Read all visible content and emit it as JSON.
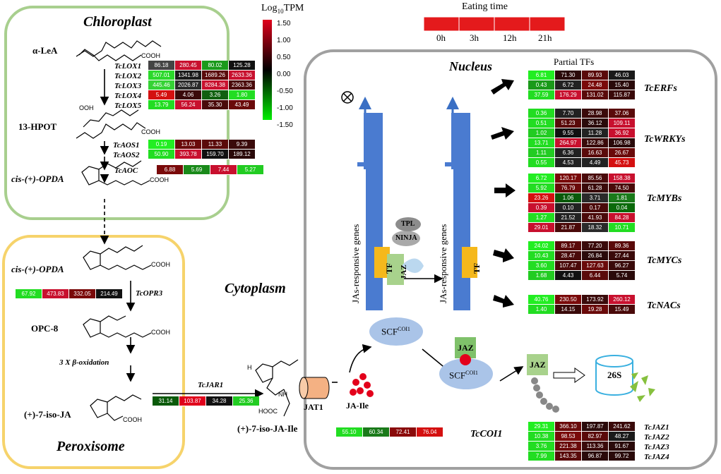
{
  "colors": {
    "high": "#e0001b",
    "mid": "#000000",
    "low": "#00ee00",
    "chloroplast_border": "#a8cf8e",
    "peroxisome_border": "#f6d36b",
    "nucleus_border": "#a0a0a0",
    "eating_time": "#e41a1c"
  },
  "legend": {
    "title_pre": "Log",
    "title_sub": "10",
    "title_post": "TPM",
    "ticks": [
      "1.50",
      "1.00",
      "0.50",
      "0.00",
      "-0.50",
      "-1.00",
      "-1.50"
    ]
  },
  "eating_time": {
    "title": "Eating time",
    "labels": [
      "0h",
      "3h",
      "12h",
      "21h"
    ]
  },
  "compartments": {
    "chloroplast": "Chloroplast",
    "peroxisome": "Peroxisome",
    "cytoplasm": "Cytoplasm",
    "nucleus": "Nucleus"
  },
  "compounds": {
    "alpha_lea": "α-LeA",
    "hpot": "13-HPOT",
    "opda1": "cis-(+)-OPDA",
    "opda2": "cis-(+)-OPDA",
    "opc8": "OPC-8",
    "beta_ox": "3 X β-oxidation",
    "ja": "(+)-7-iso-JA",
    "jaile": "(+)-7-iso-JA-Ile",
    "jaile_small": "JA-Ile",
    "jat1": "JAT1",
    "cooh1": "COOH",
    "cooh2": "COOH",
    "cooh3": "COOH",
    "cooh4": "COOH",
    "cooh5": "COOH",
    "cooh6": "COOH",
    "hooc": "HOOC",
    "oh": "OOH",
    "nh": "NH",
    "h": "H"
  },
  "heatmaps": {
    "lox": {
      "genes": [
        "TcLOX1",
        "TcLOX2",
        "TcLOX3",
        "TcLOX4",
        "TcLOX5"
      ],
      "values": [
        [
          86.18,
          280.45,
          80.02,
          125.28
        ],
        [
          507.01,
          1341.98,
          1689.26,
          2633.36
        ],
        [
          445.46,
          2026.87,
          8284.38,
          2363.36
        ],
        [
          5.49,
          4.06,
          3.26,
          1.8
        ],
        [
          13.79,
          56.24,
          35.3,
          43.49
        ]
      ],
      "colors": [
        [
          "#444",
          "#c8102e",
          "#1a9a1a",
          "#111"
        ],
        [
          "#2bd92b",
          "#1a1a1a",
          "#5a0a0a",
          "#c8102e"
        ],
        [
          "#35d335",
          "#2a2a2a",
          "#c8102e",
          "#4a0a0a"
        ],
        [
          "#d41010",
          "#3a0a0a",
          "#106010",
          "#22dd22"
        ],
        [
          "#22dd22",
          "#c8102e",
          "#4a0a0a",
          "#6a0a0a"
        ]
      ]
    },
    "aos": {
      "genes": [
        "TcAOS1",
        "TcAOS2"
      ],
      "values": [
        [
          0.19,
          13.03,
          11.33,
          9.39
        ],
        [
          50.9,
          393.78,
          159.7,
          189.12
        ]
      ],
      "colors": [
        [
          "#22ee22",
          "#6a0a0a",
          "#5a0a0a",
          "#3a0a0a"
        ],
        [
          "#22dd22",
          "#c8102e",
          "#111",
          "#2a0a0a"
        ]
      ]
    },
    "aoc": {
      "gene": "TcAOC",
      "values": [
        6.88,
        5.69,
        7.44,
        5.27
      ],
      "colors": [
        "#7a0a0a",
        "#1a8a1a",
        "#c8102e",
        "#22cc22"
      ]
    },
    "opr3": {
      "gene": "TcOPR3",
      "values": [
        67.92,
        473.83,
        332.05,
        214.49
      ],
      "colors": [
        "#22dd22",
        "#c8102e",
        "#7a0a0a",
        "#111"
      ]
    },
    "jar1": {
      "gene": "TcJAR1",
      "values": [
        31.14,
        103.87,
        34.28,
        25.36
      ],
      "colors": [
        "#0a5a0a",
        "#e0001b",
        "#111",
        "#22cc22"
      ]
    },
    "coi1": {
      "gene": "TcCOI1",
      "values": [
        55.1,
        60.34,
        72.41,
        76.04
      ],
      "colors": [
        "#22dd22",
        "#1a7a1a",
        "#8a0a0a",
        "#d41010"
      ]
    },
    "erf": {
      "label": "TcERFs",
      "values": [
        [
          6.81,
          71.3,
          89.93,
          46.03
        ],
        [
          0.43,
          6.72,
          24.48,
          15.4
        ],
        [
          37.59,
          176.29,
          131.02,
          115.87
        ]
      ],
      "colors": [
        [
          "#22ee22",
          "#2a0a0a",
          "#5a0a0a",
          "#1a1a1a"
        ],
        [
          "#1a9a1a",
          "#222",
          "#7a0a0a",
          "#2a0a0a"
        ],
        [
          "#22dd22",
          "#c8102e",
          "#5a0a0a",
          "#3a0a0a"
        ]
      ]
    },
    "wrky": {
      "label": "TcWRKYs",
      "values": [
        [
          0.36,
          7.7,
          28.98,
          37.06
        ],
        [
          0.51,
          51.23,
          36.12,
          109.11
        ],
        [
          1.02,
          9.55,
          11.28,
          36.92
        ],
        [
          13.71,
          264.97,
          122.86,
          106.98
        ],
        [
          1.11,
          6.36,
          16.63,
          26.67
        ],
        [
          0.55,
          4.53,
          4.49,
          45.73
        ]
      ],
      "colors": [
        [
          "#22dd22",
          "#222",
          "#3a0a0a",
          "#5a0a0a"
        ],
        [
          "#22dd22",
          "#5a0a0a",
          "#2a0a0a",
          "#c8102e"
        ],
        [
          "#22cc22",
          "#111",
          "#222",
          "#c8102e"
        ],
        [
          "#22dd22",
          "#c8102e",
          "#3a0a0a",
          "#2a0a0a"
        ],
        [
          "#22cc22",
          "#222",
          "#5a0a0a",
          "#6a0a0a"
        ],
        [
          "#22dd22",
          "#222",
          "#222",
          "#d41010"
        ]
      ]
    },
    "myb": {
      "label": "TcMYBs",
      "values": [
        [
          6.72,
          120.17,
          85.56,
          158.38
        ],
        [
          5.92,
          76.79,
          61.28,
          74.5
        ],
        [
          23.26,
          1.06,
          3.71,
          1.81
        ],
        [
          0.39,
          0.1,
          0.17,
          0.04
        ],
        [
          1.27,
          21.52,
          41.93,
          84.28
        ],
        [
          29.01,
          21.87,
          18.32,
          10.71
        ]
      ],
      "colors": [
        [
          "#22ee22",
          "#7a0a0a",
          "#4a0a0a",
          "#c8102e"
        ],
        [
          "#22dd22",
          "#6a0a0a",
          "#3a0a0a",
          "#4a0a0a"
        ],
        [
          "#d41010",
          "#0a5a0a",
          "#2a2a2a",
          "#1a7a1a"
        ],
        [
          "#c8102e",
          "#222",
          "#4a0a0a",
          "#0a6a0a"
        ],
        [
          "#22dd22",
          "#222",
          "#4a0a0a",
          "#c8102e"
        ],
        [
          "#c8102e",
          "#4a0a0a",
          "#2a2a2a",
          "#22dd22"
        ]
      ]
    },
    "myc": {
      "label": "TcMYCs",
      "values": [
        [
          24.02,
          89.17,
          77.2,
          89.36
        ],
        [
          10.43,
          28.47,
          26.84,
          27.44
        ],
        [
          3.6,
          107.47,
          127.63,
          96.27
        ],
        [
          1.68,
          4.43,
          6.44,
          5.74
        ]
      ],
      "colors": [
        [
          "#22ee22",
          "#5a0a0a",
          "#3a0a0a",
          "#5a0a0a"
        ],
        [
          "#22dd22",
          "#4a0a0a",
          "#2a0a0a",
          "#3a0a0a"
        ],
        [
          "#22dd22",
          "#4a0a0a",
          "#6a0a0a",
          "#3a0a0a"
        ],
        [
          "#22cc22",
          "#111",
          "#5a0a0a",
          "#2a0a0a"
        ]
      ]
    },
    "nac": {
      "label": "TcNACs",
      "values": [
        [
          40.76,
          230.5,
          173.92,
          260.12
        ],
        [
          1.4,
          14.15,
          19.28,
          15.49
        ]
      ],
      "colors": [
        [
          "#22ee22",
          "#7a0a0a",
          "#3a0a0a",
          "#c8102e"
        ],
        [
          "#22dd22",
          "#3a0a0a",
          "#6a0a0a",
          "#4a0a0a"
        ]
      ]
    },
    "jaz": {
      "genes": [
        "TcJAZ1",
        "TcJAZ2",
        "TcJAZ3",
        "TcJAZ4"
      ],
      "values": [
        [
          29.31,
          366.1,
          197.87,
          241.62
        ],
        [
          10.38,
          98.53,
          82.97,
          48.27
        ],
        [
          3.76,
          221.38,
          113.36,
          91.67
        ],
        [
          7.99,
          143.35,
          96.87,
          99.72
        ]
      ],
      "colors": [
        [
          "#22ee22",
          "#6a0a0a",
          "#2a0a0a",
          "#3a0a0a"
        ],
        [
          "#22dd22",
          "#7a0a0a",
          "#5a0a0a",
          "#1a1a1a"
        ],
        [
          "#22dd22",
          "#6a0a0a",
          "#3a0a0a",
          "#2a0a0a"
        ],
        [
          "#22dd22",
          "#5a0a0a",
          "#2a0a0a",
          "#2a0a0a"
        ]
      ]
    }
  },
  "nucleus_items": {
    "partial_tfs": "Partial TFs",
    "genes_left": "JAs-responsive genes",
    "genes_right": "JAs-responsive genes",
    "tf1": "TF",
    "tf2": "TF",
    "jaz": "JAZ",
    "ninja": "NINJA",
    "tpl": "TPL"
  },
  "cyto_items": {
    "scf1_main": "SCF",
    "scf1_sup": "COI1",
    "scf2_main": "SCF",
    "scf2_sup": "COI1",
    "jaz_bound": "JAZ",
    "jaz_free": "JAZ",
    "proteasome": "26S"
  }
}
